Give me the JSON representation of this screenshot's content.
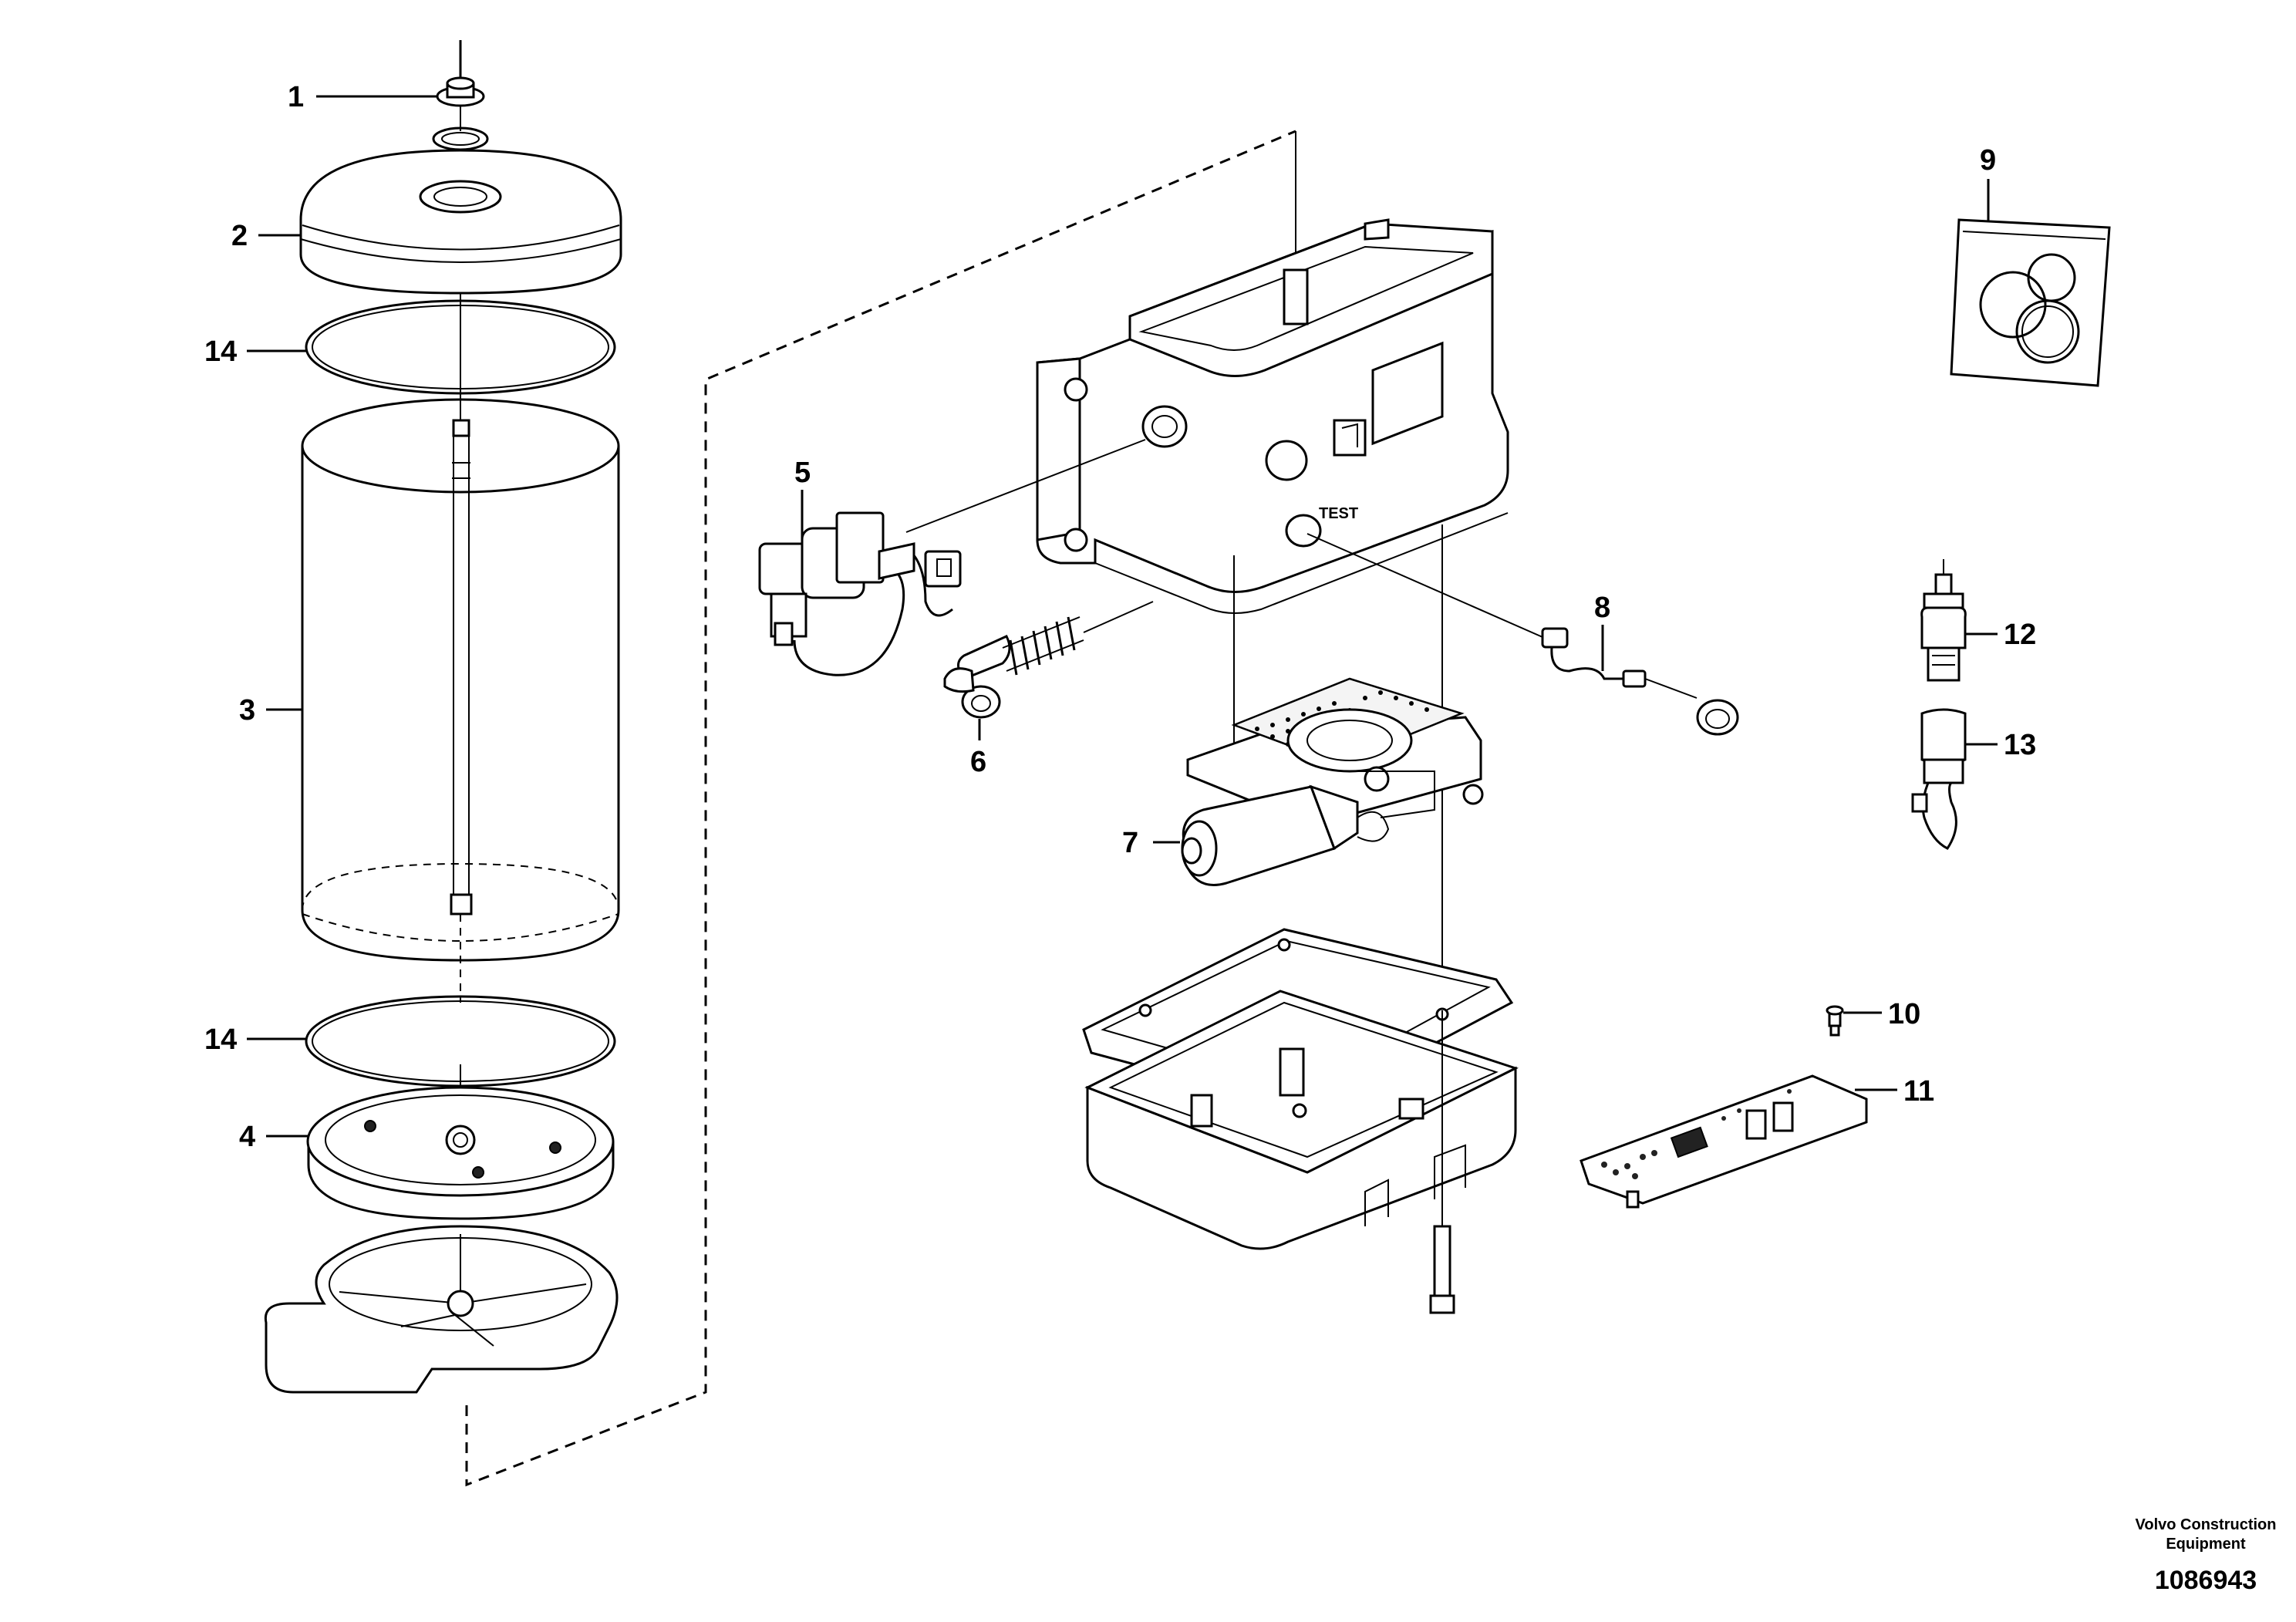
{
  "callouts": [
    {
      "id": "1",
      "label": "1"
    },
    {
      "id": "2",
      "label": "2"
    },
    {
      "id": "14a",
      "label": "14"
    },
    {
      "id": "3",
      "label": "3"
    },
    {
      "id": "14b",
      "label": "14"
    },
    {
      "id": "4",
      "label": "4"
    },
    {
      "id": "5",
      "label": "5"
    },
    {
      "id": "6",
      "label": "6"
    },
    {
      "id": "7",
      "label": "7"
    },
    {
      "id": "8",
      "label": "8"
    },
    {
      "id": "9",
      "label": "9"
    },
    {
      "id": "10",
      "label": "10"
    },
    {
      "id": "11",
      "label": "11"
    },
    {
      "id": "12",
      "label": "12"
    },
    {
      "id": "13",
      "label": "13"
    }
  ],
  "credit": {
    "line1": "Volvo Construction",
    "line2": "Equipment",
    "number": "1086943"
  }
}
